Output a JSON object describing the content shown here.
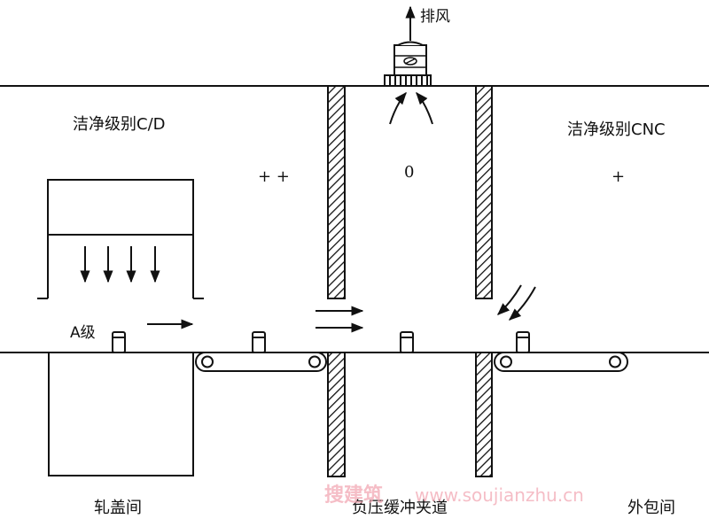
{
  "labels": {
    "exhaust": "排风",
    "left_class": "洁净级别C/D",
    "right_class": "洁净级别CNC",
    "pressure_left": "+ +",
    "pressure_center": "0",
    "pressure_right": "+",
    "grade_a": "A级",
    "room_left": "轧盖间",
    "room_center": "负压缓冲夹道",
    "room_right": "外包间"
  },
  "watermark": {
    "cn": "搜建筑",
    "url": "www.soujianzhu.cn"
  },
  "colors": {
    "line": "#111111",
    "background": "#ffffff",
    "watermark": "#f2a8b4"
  }
}
